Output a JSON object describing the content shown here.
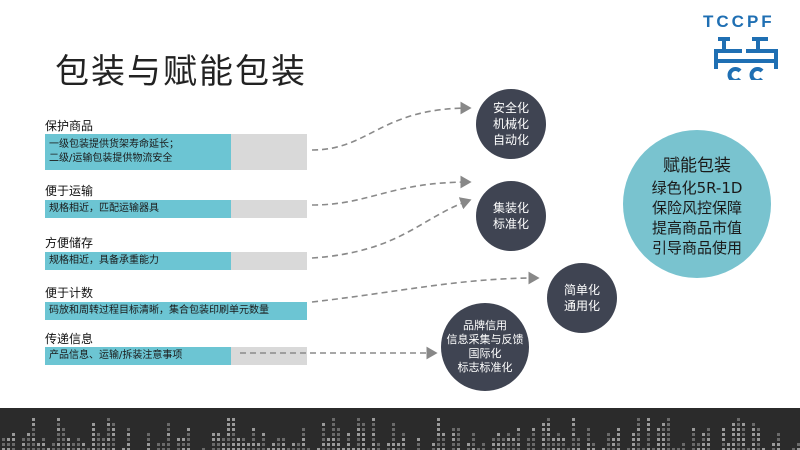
{
  "title": "包装与赋能包装",
  "logo": {
    "text": "TCCPF"
  },
  "sections": [
    {
      "title": "保护商品",
      "lines": [
        "一级包装提供货架寿命延长；",
        "二级/运输包装提供物流安全"
      ]
    },
    {
      "title": "便于运输",
      "lines": [
        "规格相近，匹配运输器具"
      ]
    },
    {
      "title": "方便储存",
      "lines": [
        "规格相近，具备承重能力"
      ]
    },
    {
      "title": "便于计数",
      "lines": [
        "码放和周转过程目标清晰，集合包装印刷单元数量"
      ]
    },
    {
      "title": "传递信息",
      "lines": [
        "产品信息、运输/拆装注意事项"
      ]
    }
  ],
  "circles": [
    {
      "lines": [
        "安全化",
        "机械化",
        "自动化"
      ]
    },
    {
      "lines": [
        "集装化",
        "标准化"
      ]
    },
    {
      "lines": [
        "简单化",
        "通用化"
      ]
    },
    {
      "lines": [
        "品牌信用",
        "信息采集与反馈",
        "国际化",
        "标志标准化"
      ]
    }
  ],
  "empower": {
    "heading": "赋能包装",
    "lines": [
      "绿色化5R-1D",
      "保险风控保障",
      "提高商品市值",
      "引导商品使用"
    ]
  },
  "colors": {
    "teal_bar": "#6cc5d3",
    "gray_bar": "#d9d9d9",
    "dark_circle": "#3f4452",
    "big_circle": "#79c3cf",
    "logo": "#1f6fb3"
  }
}
